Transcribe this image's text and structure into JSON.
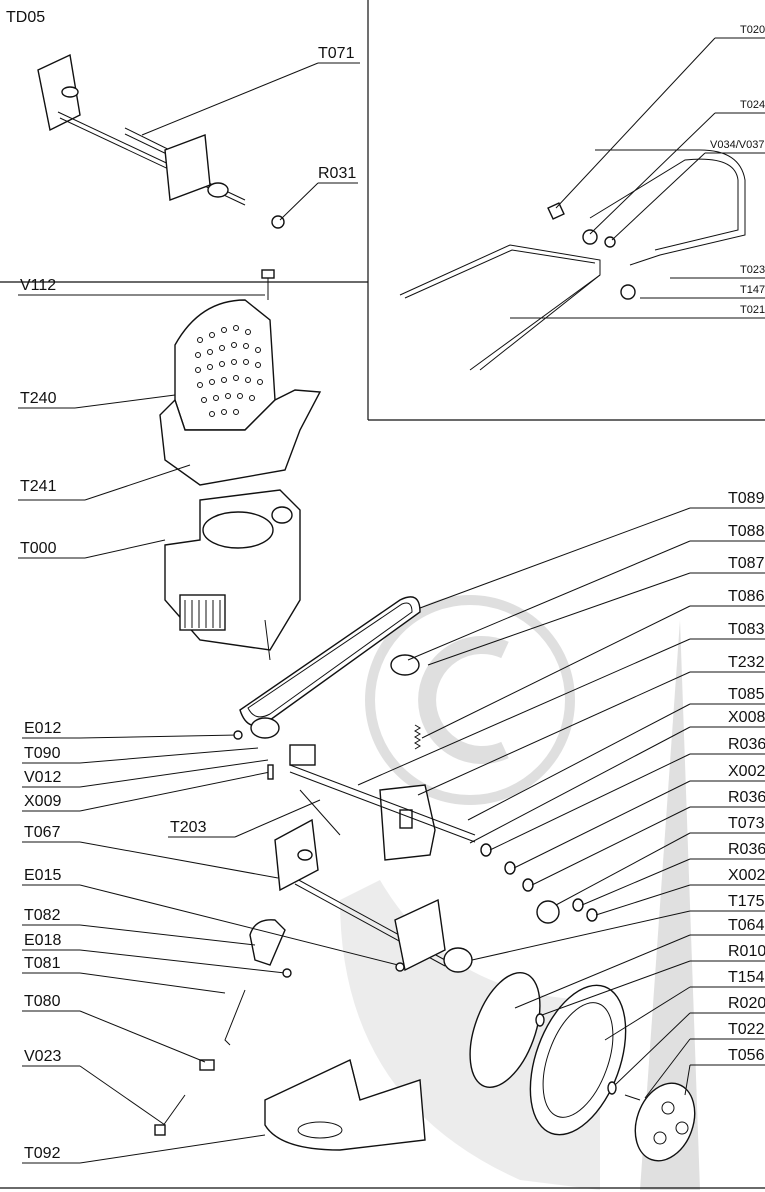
{
  "insets": {
    "left_title": "TD05",
    "left_parts": [
      "T071",
      "R031"
    ],
    "right_parts": [
      "T020",
      "T024",
      "V034/V037",
      "T023",
      "T147",
      "T021"
    ]
  },
  "callouts_left": [
    "V112",
    "T240",
    "T241",
    "T000",
    "E012",
    "T090",
    "V012",
    "X009",
    "T203",
    "T067",
    "E015",
    "T082",
    "E018",
    "T081",
    "T080",
    "V023",
    "T092"
  ],
  "callouts_right": [
    "T089",
    "T088",
    "T087",
    "T086",
    "T083",
    "T232",
    "T085",
    "X008",
    "R036",
    "X002",
    "R036",
    "T073",
    "R036",
    "X002",
    "T175",
    "T064",
    "R010",
    "T154",
    "R020",
    "T022",
    "T056"
  ]
}
